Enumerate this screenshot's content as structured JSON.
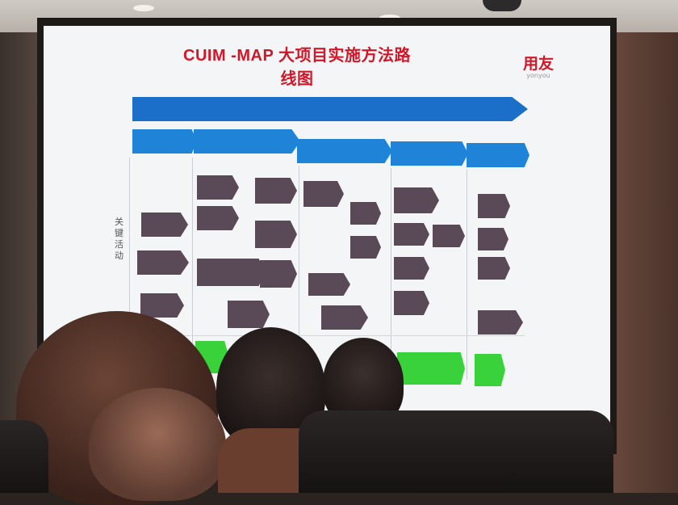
{
  "slide": {
    "title": "CUIM -MAP 大项目实施方法路线图",
    "brand_cn": "用友",
    "brand_en": "yonyou",
    "main_arrow": "",
    "side_label": "关键活动",
    "phases": [
      "",
      "",
      "",
      "",
      ""
    ]
  },
  "colors": {
    "title_red": "#d0182a",
    "main_arrow_blue": "#1b6fc9",
    "phase_blue": "#1f84d8",
    "task_purple_gray": "#5a4a57",
    "deliverable_green": "#39d23a"
  }
}
